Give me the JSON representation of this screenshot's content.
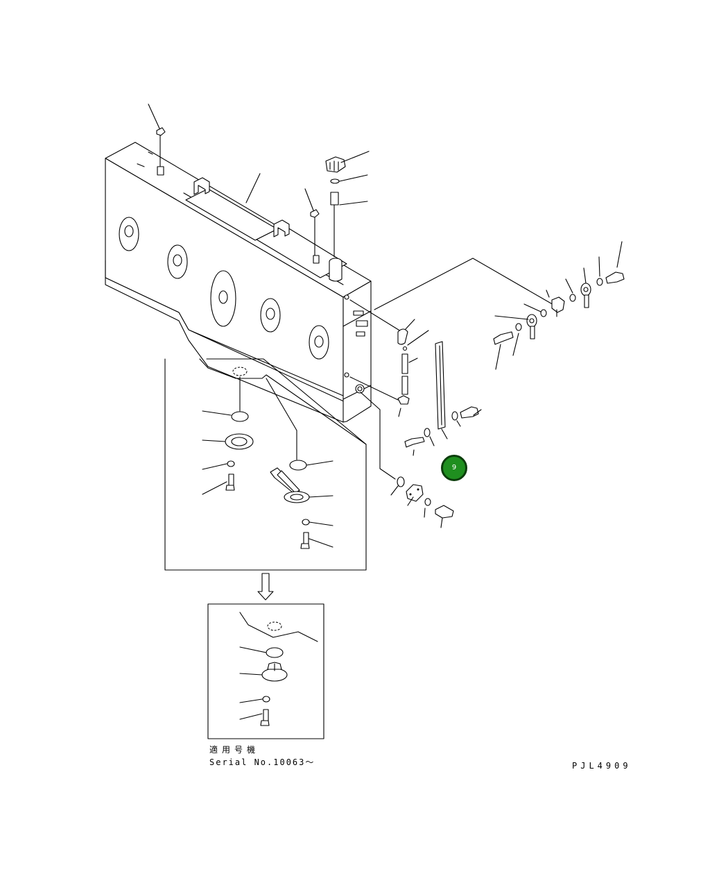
{
  "drawing": {
    "code": "PJL4909",
    "serial_note_jp": "適用号機",
    "serial_note": "Serial No.10063～"
  },
  "marker": {
    "label": "9",
    "color": "#1f8f1f"
  },
  "icons": {
    "arrow": "down-arrow-icon",
    "marker": "circle-badge-icon"
  }
}
